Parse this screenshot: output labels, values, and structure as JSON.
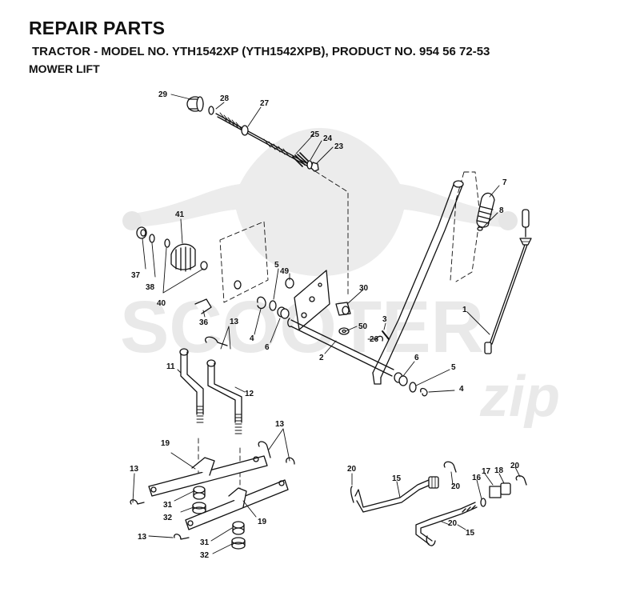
{
  "header": {
    "title": "REPAIR PARTS",
    "subtitle": "TRACTOR - MODEL NO. YTH1542XP (YTH1542XPB), PRODUCT NO. 954 56 72-53",
    "section": "MOWER LIFT"
  },
  "watermark": {
    "word1": "SCOOTER",
    "word2": "zip"
  },
  "callouts": {
    "c29": "29",
    "c28": "28",
    "c27": "27",
    "c25": "25",
    "c24": "24",
    "c23": "23",
    "c41": "41",
    "c37": "37",
    "c38": "38",
    "c40": "40",
    "c36": "36",
    "c5a": "5",
    "c49": "49",
    "c30": "30",
    "c4a": "4",
    "c6a": "6",
    "c50": "50",
    "c3": "3",
    "c26": "26",
    "c2": "2",
    "c7": "7",
    "c8": "8",
    "c1": "1",
    "c6b": "6",
    "c5b": "5",
    "c4b": "4",
    "c13a": "13",
    "c11": "11",
    "c12": "12",
    "c13b": "13",
    "c19a": "19",
    "c13c": "13",
    "c31a": "31",
    "c32a": "32",
    "c19b": "19",
    "c13d": "13",
    "c31b": "31",
    "c32b": "32",
    "c20a": "20",
    "c15a": "15",
    "c20b": "20",
    "c16": "16",
    "c17": "17",
    "c18": "18",
    "c20c": "20",
    "c20d": "20",
    "c15b": "15"
  }
}
